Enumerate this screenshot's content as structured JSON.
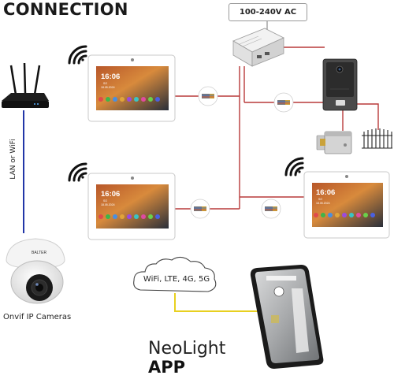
{
  "title": "CONNECTION",
  "power_supply": {
    "label": "100-240V AC"
  },
  "network": {
    "link_label": "LAN or WiFi"
  },
  "camera": {
    "label": "Onvif IP Cameras",
    "brand": "BALTER"
  },
  "monitor": {
    "time": "16:06",
    "day": "SO",
    "date": "18.05.2024"
  },
  "cloud": {
    "label": "WiFi, LTE, 4G, 5G"
  },
  "app": {
    "title": "NeoLight",
    "subtitle": "APP"
  },
  "colors": {
    "red_wire": "#b83a3a",
    "blue_wire": "#2236a8",
    "yellow_wire": "#e8d020"
  },
  "icons": [
    "router-icon",
    "wifi-icon",
    "monitor-icon",
    "door-station-icon",
    "electric-lock-icon",
    "gate-icon",
    "power-supply-icon",
    "connector-icon",
    "dome-camera-icon",
    "cloud-icon",
    "smartphone-icon"
  ]
}
